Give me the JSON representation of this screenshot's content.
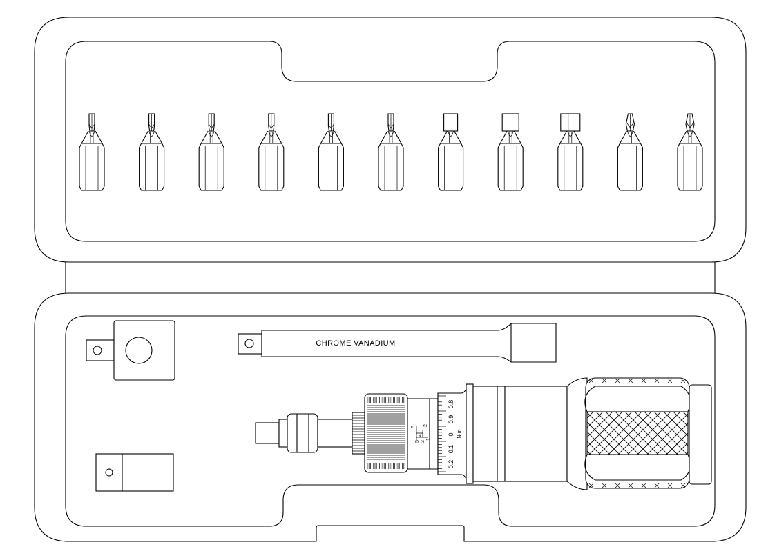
{
  "drawing": {
    "extension_bar_label": "CHROME VANADIUM",
    "scale": {
      "main_ticks": [
        "0.8",
        "0.9",
        "0",
        "0.1",
        "0.2"
      ],
      "vernier_ticks": [
        "6",
        "5",
        "4",
        "3",
        "2",
        "1"
      ],
      "unit": "N·m"
    },
    "bit_count": 11
  }
}
